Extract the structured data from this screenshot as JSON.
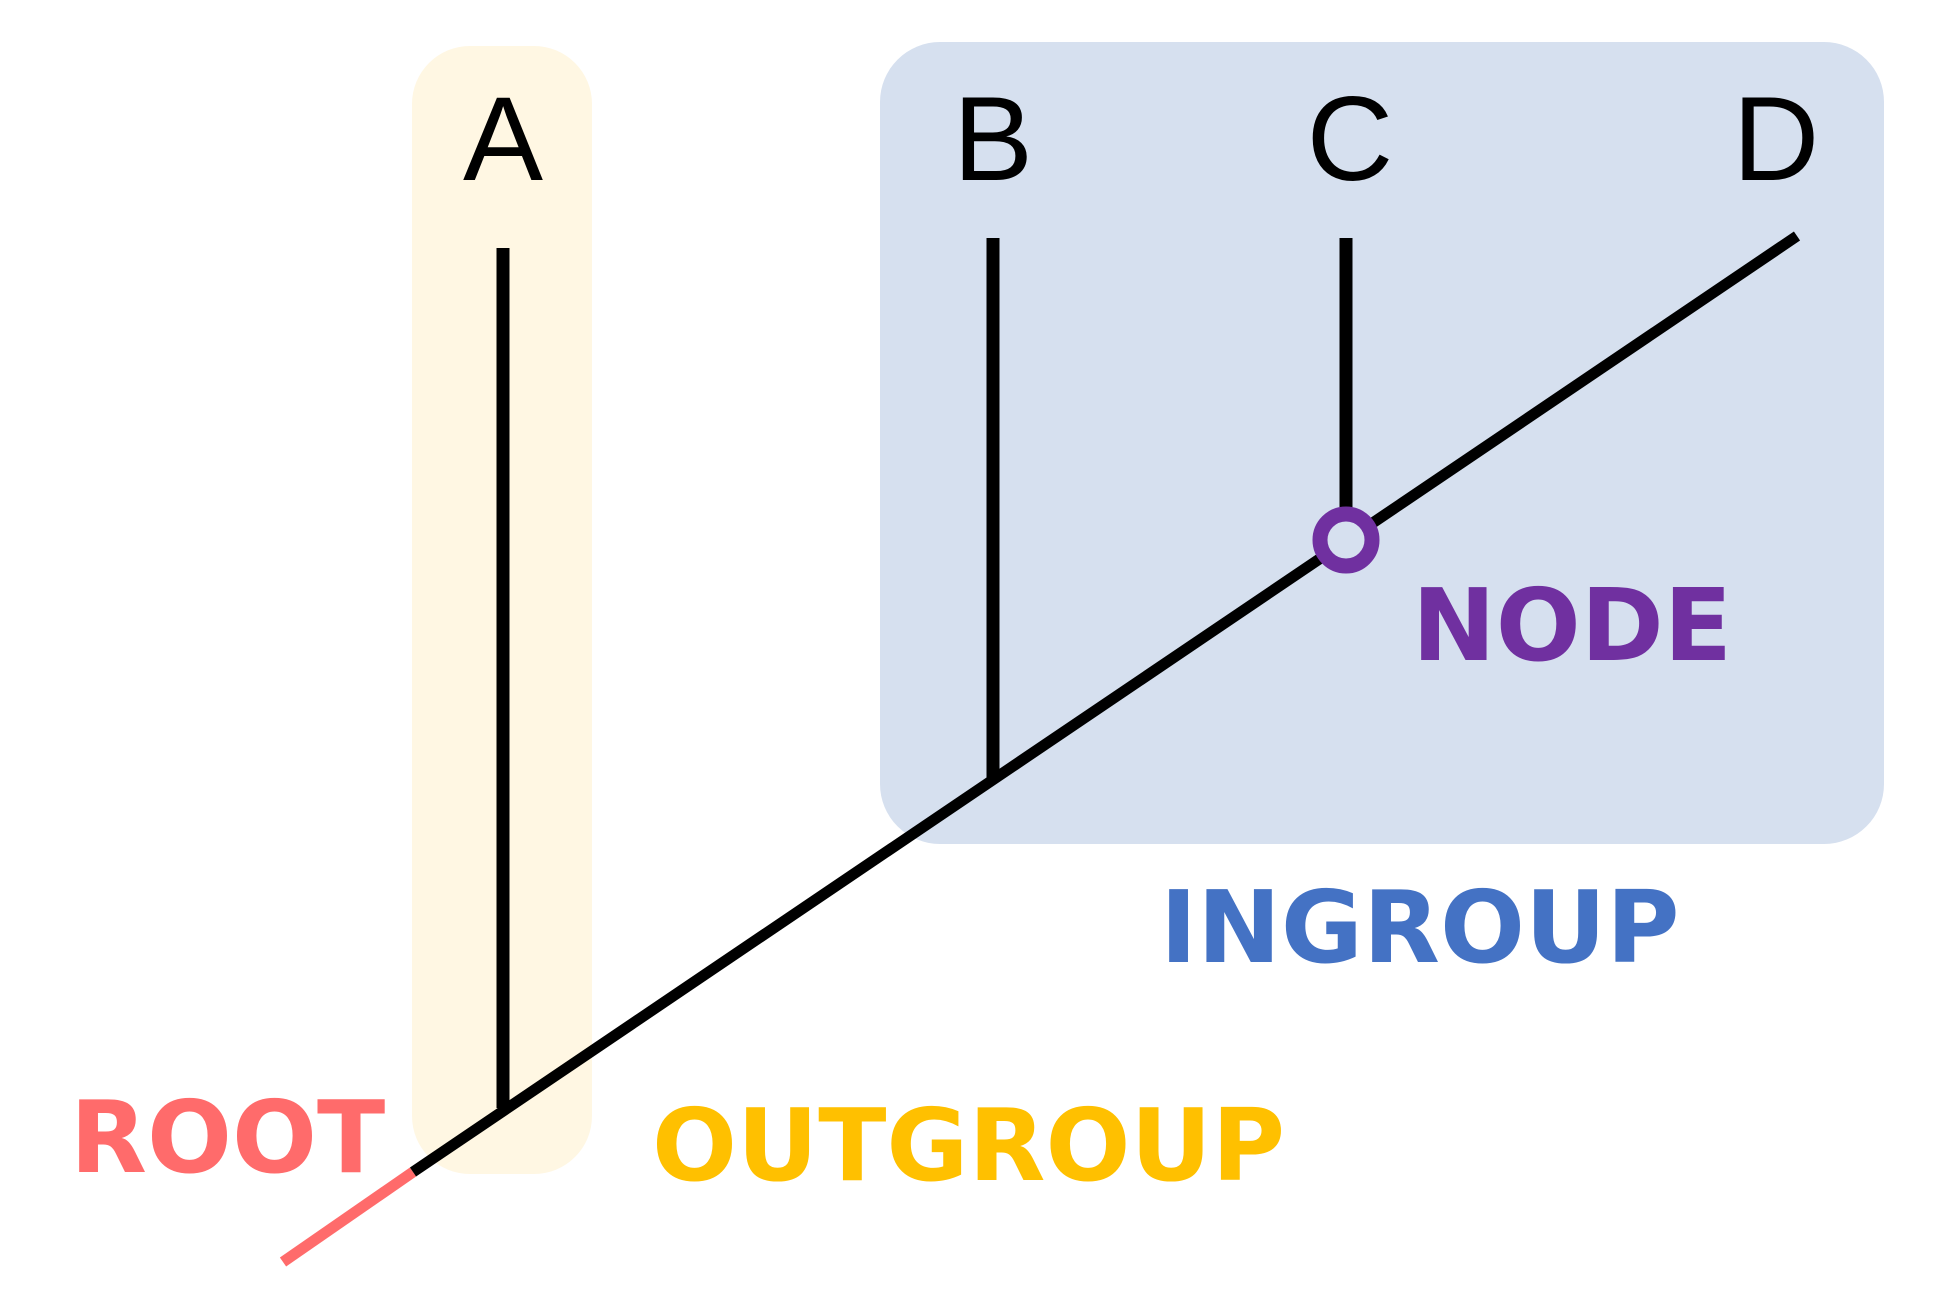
{
  "taxa": {
    "a": "A",
    "b": "B",
    "c": "C",
    "d": "D"
  },
  "labels": {
    "root": "ROOT",
    "outgroup": "OUTGROUP",
    "ingroup": "INGROUP",
    "node": "NODE"
  },
  "colors": {
    "root": "#FF6B6B",
    "outgroup": "#FFC000",
    "outgroup_region": "#FFF7E3",
    "ingroup": "#4472C4",
    "ingroup_region": "#D6E0EF",
    "node": "#7030A0",
    "branch": "#000000"
  }
}
